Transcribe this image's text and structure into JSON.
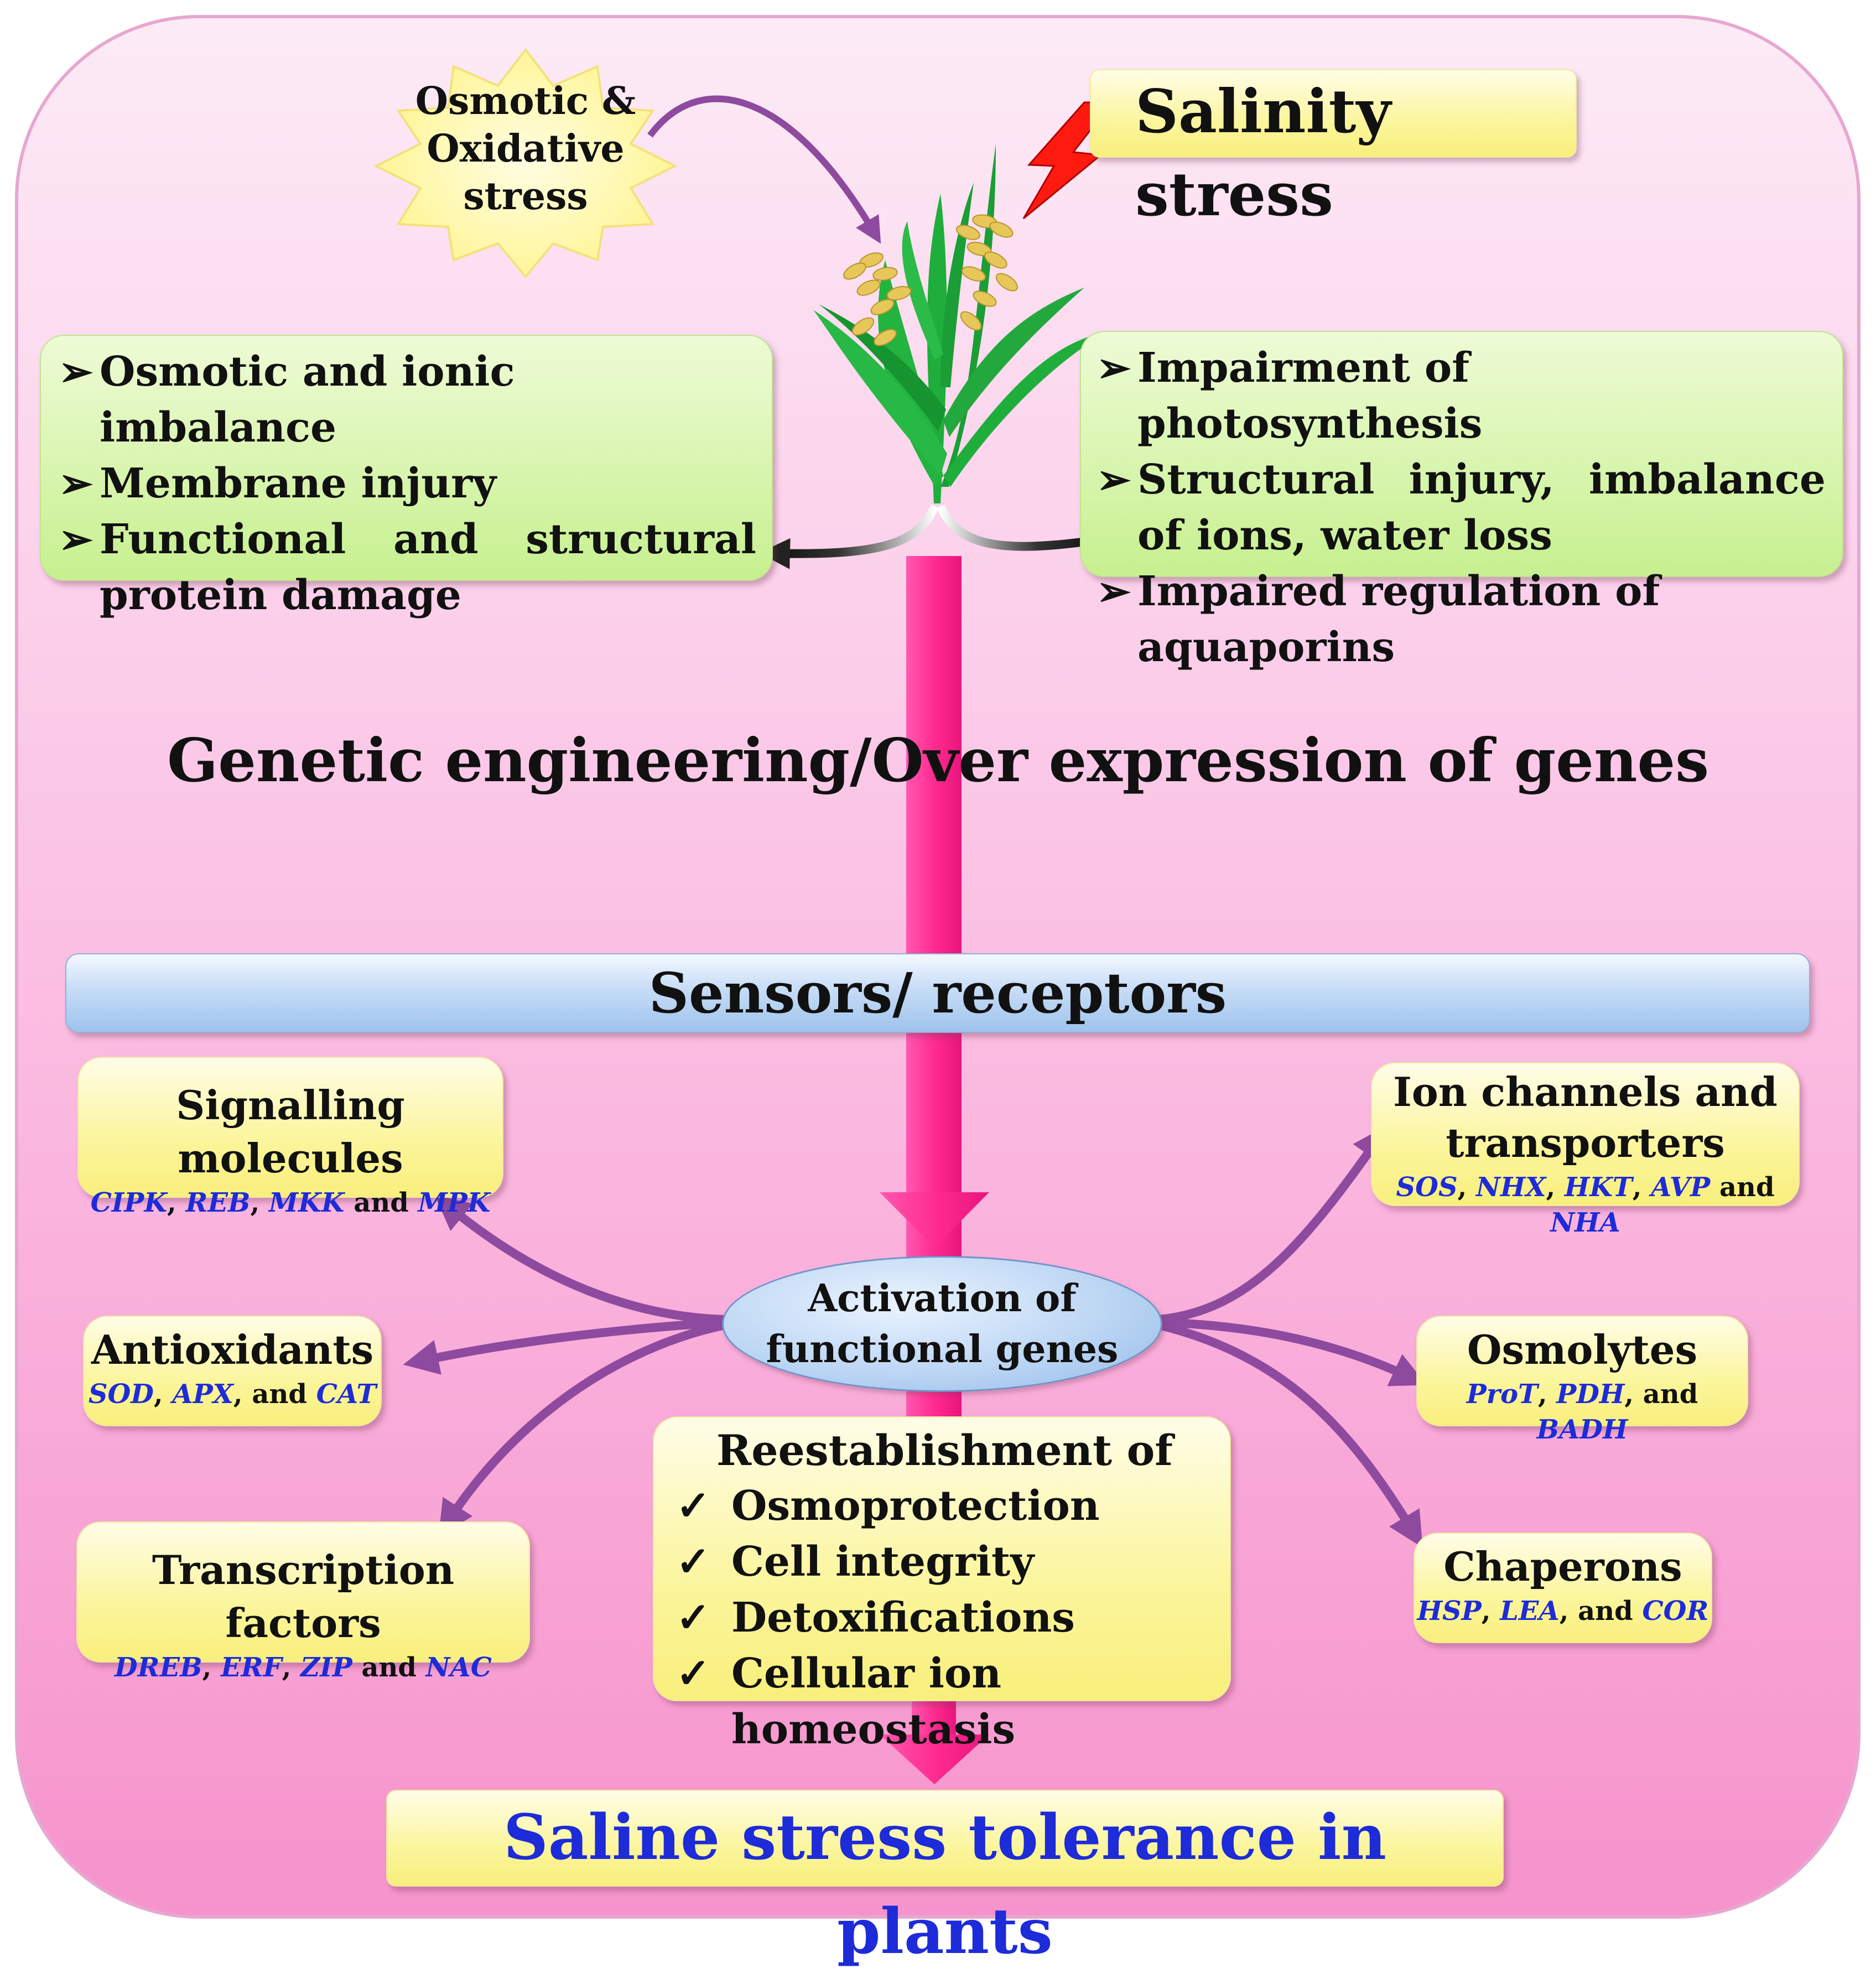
{
  "burst": {
    "line1": "Osmotic  &",
    "line2": "Oxidative",
    "line3": "stress"
  },
  "salinity_label": "Salinity stress",
  "left_effects": {
    "items": [
      {
        "marker": "➢",
        "text": "Osmotic and ionic imbalance"
      },
      {
        "marker": "➢",
        "text": "Membrane injury"
      },
      {
        "marker": "➢",
        "text": "Functional and structural protein damage"
      }
    ]
  },
  "right_effects": {
    "items": [
      {
        "marker": "➢",
        "text": "Impairment of photosynthesis"
      },
      {
        "marker": "➢",
        "text": "Structural injury, imbalance of ions, water loss"
      },
      {
        "marker": "➢",
        "text": "Impaired regulation of aquaporins"
      }
    ]
  },
  "main_heading": "Genetic engineering/Over expression of genes",
  "sensors_label": "Sensors/ receptors",
  "activation": {
    "line1": "Activation of",
    "line2": "functional genes"
  },
  "signalling": {
    "title": "Signalling molecules",
    "genes": [
      "CIPK",
      "REB",
      "MKK",
      "MPK"
    ],
    "joiners": [
      ", ",
      ", ",
      " and "
    ]
  },
  "antioxidants": {
    "title": "Antioxidants",
    "genes": [
      "SOD",
      "APX",
      "CAT"
    ],
    "joiners": [
      ", ",
      ", and "
    ]
  },
  "transcription": {
    "title": "Transcription factors",
    "genes": [
      "DREB",
      "ERF",
      "ZIP",
      "NAC"
    ],
    "joiners": [
      ", ",
      ", ",
      " and "
    ]
  },
  "ion_channels": {
    "title_line1": "Ion channels and",
    "title_line2": "transporters",
    "genes": [
      "SOS",
      "NHX",
      "HKT",
      "AVP",
      "NHA"
    ],
    "joiners": [
      ", ",
      ", ",
      ", ",
      " and "
    ]
  },
  "osmolytes": {
    "title": "Osmolytes",
    "genes": [
      "ProT",
      "PDH",
      "BADH"
    ],
    "joiners": [
      ", ",
      ", and "
    ]
  },
  "chaperons": {
    "title": "Chaperons",
    "genes": [
      "HSP",
      "LEA",
      "COR"
    ],
    "joiners": [
      ", ",
      ", and "
    ]
  },
  "reestablishment": {
    "title": "Reestablishment of",
    "items": [
      {
        "marker": "✓",
        "text": "Osmoprotection"
      },
      {
        "marker": "✓",
        "text": "Cell integrity"
      },
      {
        "marker": "✓",
        "text": "Detoxifications"
      },
      {
        "marker": "✓",
        "text": "Cellular ion homeostasis"
      }
    ]
  },
  "outcome": "Saline stress tolerance in plants",
  "colors": {
    "background_top": "#fbe2f2",
    "background_bottom": "#f69ad0",
    "main_arrow": "#ff3d9e",
    "branch_arrows": "#8e4a9e",
    "gene_text": "#1d2bd8",
    "bolt": "#ff1a10",
    "plant_leaf": "#1fae3b",
    "grain": "#e7c75a"
  }
}
